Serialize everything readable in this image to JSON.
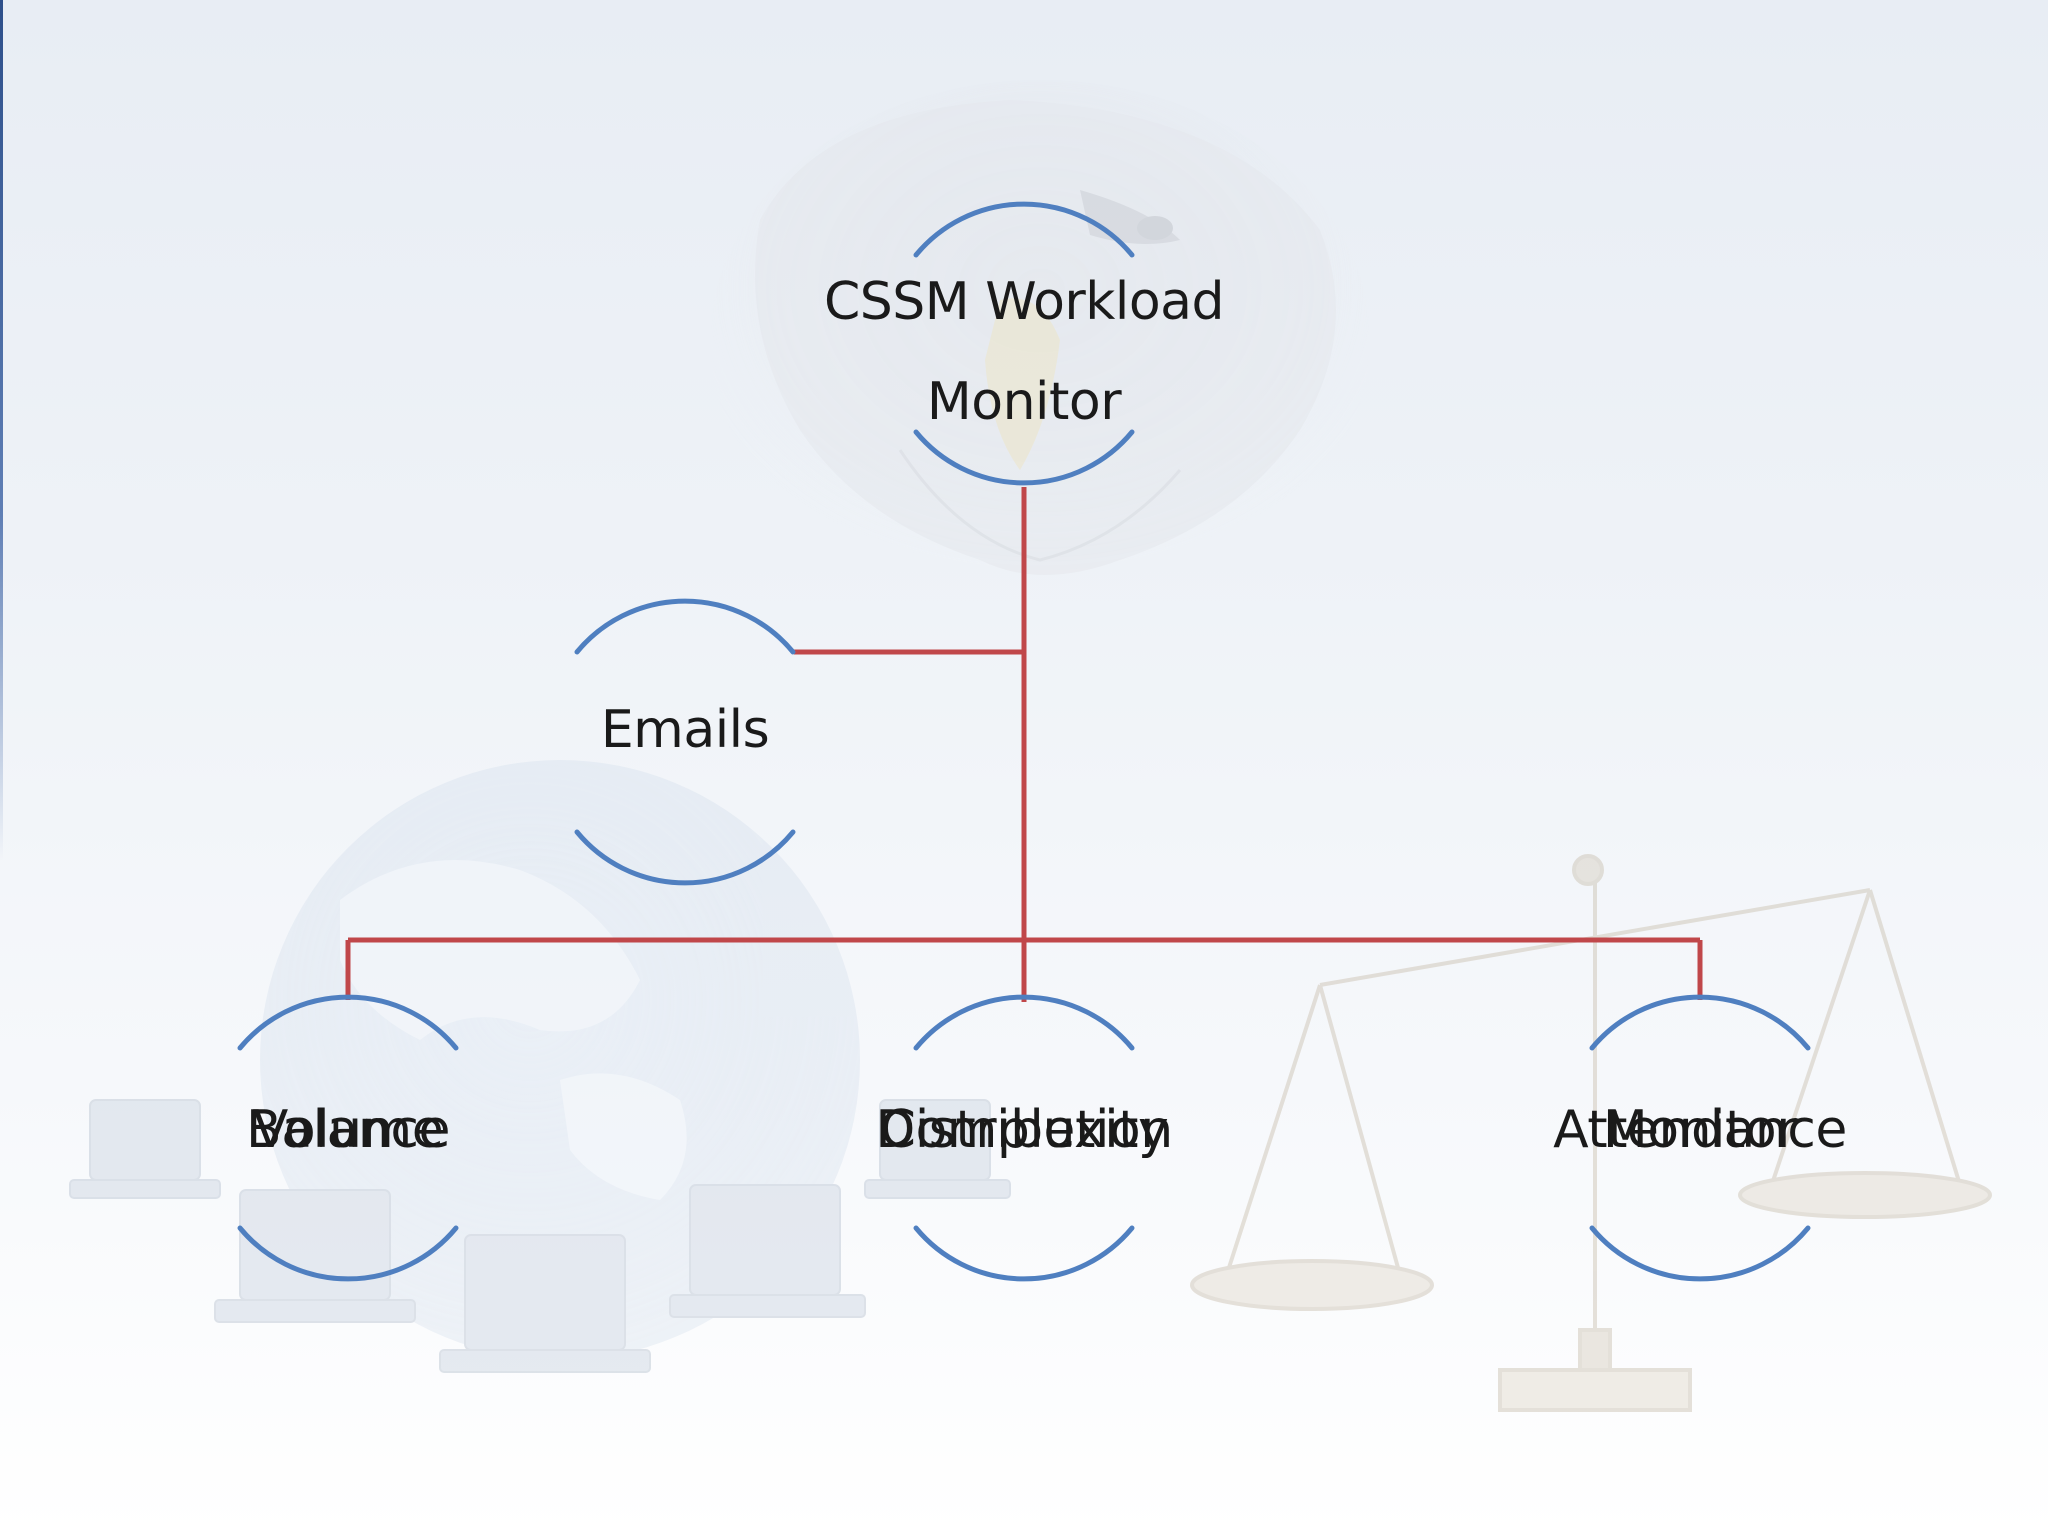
{
  "colors": {
    "node_arc": "#4f7fc0",
    "connector": "#c0474a",
    "text": "#1a1a1a",
    "left_accent": "#2d4f8a"
  },
  "background": {
    "decorations": [
      "eagle-watermark",
      "globe-with-laptops-watermark",
      "scales-of-justice-watermark"
    ]
  },
  "diagram": {
    "root": {
      "line1": "CSSM Workload",
      "line2": "Monitor"
    },
    "side_node": {
      "label": "Emails"
    },
    "children": [
      {
        "label_front": "Volume",
        "label_back": "Balance"
      },
      {
        "label_front": "Complexity",
        "label_back": "Distribution"
      },
      {
        "label_front": "Attendance",
        "label_back": "Monitor"
      }
    ]
  }
}
